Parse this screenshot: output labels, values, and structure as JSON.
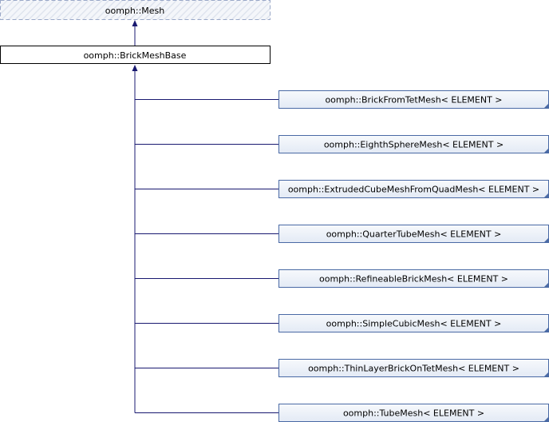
{
  "colors": {
    "edge": "#191970",
    "node_border_blue": "#4a6aa5",
    "node_fill_gradient_top": "#f7f9fc",
    "node_fill_gradient_bottom": "#e3eaf5",
    "base_border": "#000000",
    "base_fill": "#ffffff",
    "dashed_border": "#9aa8c8",
    "dashed_hatch": "#dfe4ee"
  },
  "diagram": {
    "parent": {
      "label": "oomph::Mesh",
      "style": "dashed"
    },
    "base": {
      "label": "oomph::BrickMeshBase",
      "style": "solid"
    },
    "children": [
      {
        "label": "oomph::BrickFromTetMesh< ELEMENT >"
      },
      {
        "label": "oomph::EighthSphereMesh< ELEMENT >"
      },
      {
        "label": "oomph::ExtrudedCubeMeshFromQuadMesh< ELEMENT >"
      },
      {
        "label": "oomph::QuarterTubeMesh< ELEMENT >"
      },
      {
        "label": "oomph::RefineableBrickMesh< ELEMENT >"
      },
      {
        "label": "oomph::SimpleCubicMesh< ELEMENT >"
      },
      {
        "label": "oomph::ThinLayerBrickOnTetMesh< ELEMENT >"
      },
      {
        "label": "oomph::TubeMesh< ELEMENT >"
      }
    ]
  }
}
